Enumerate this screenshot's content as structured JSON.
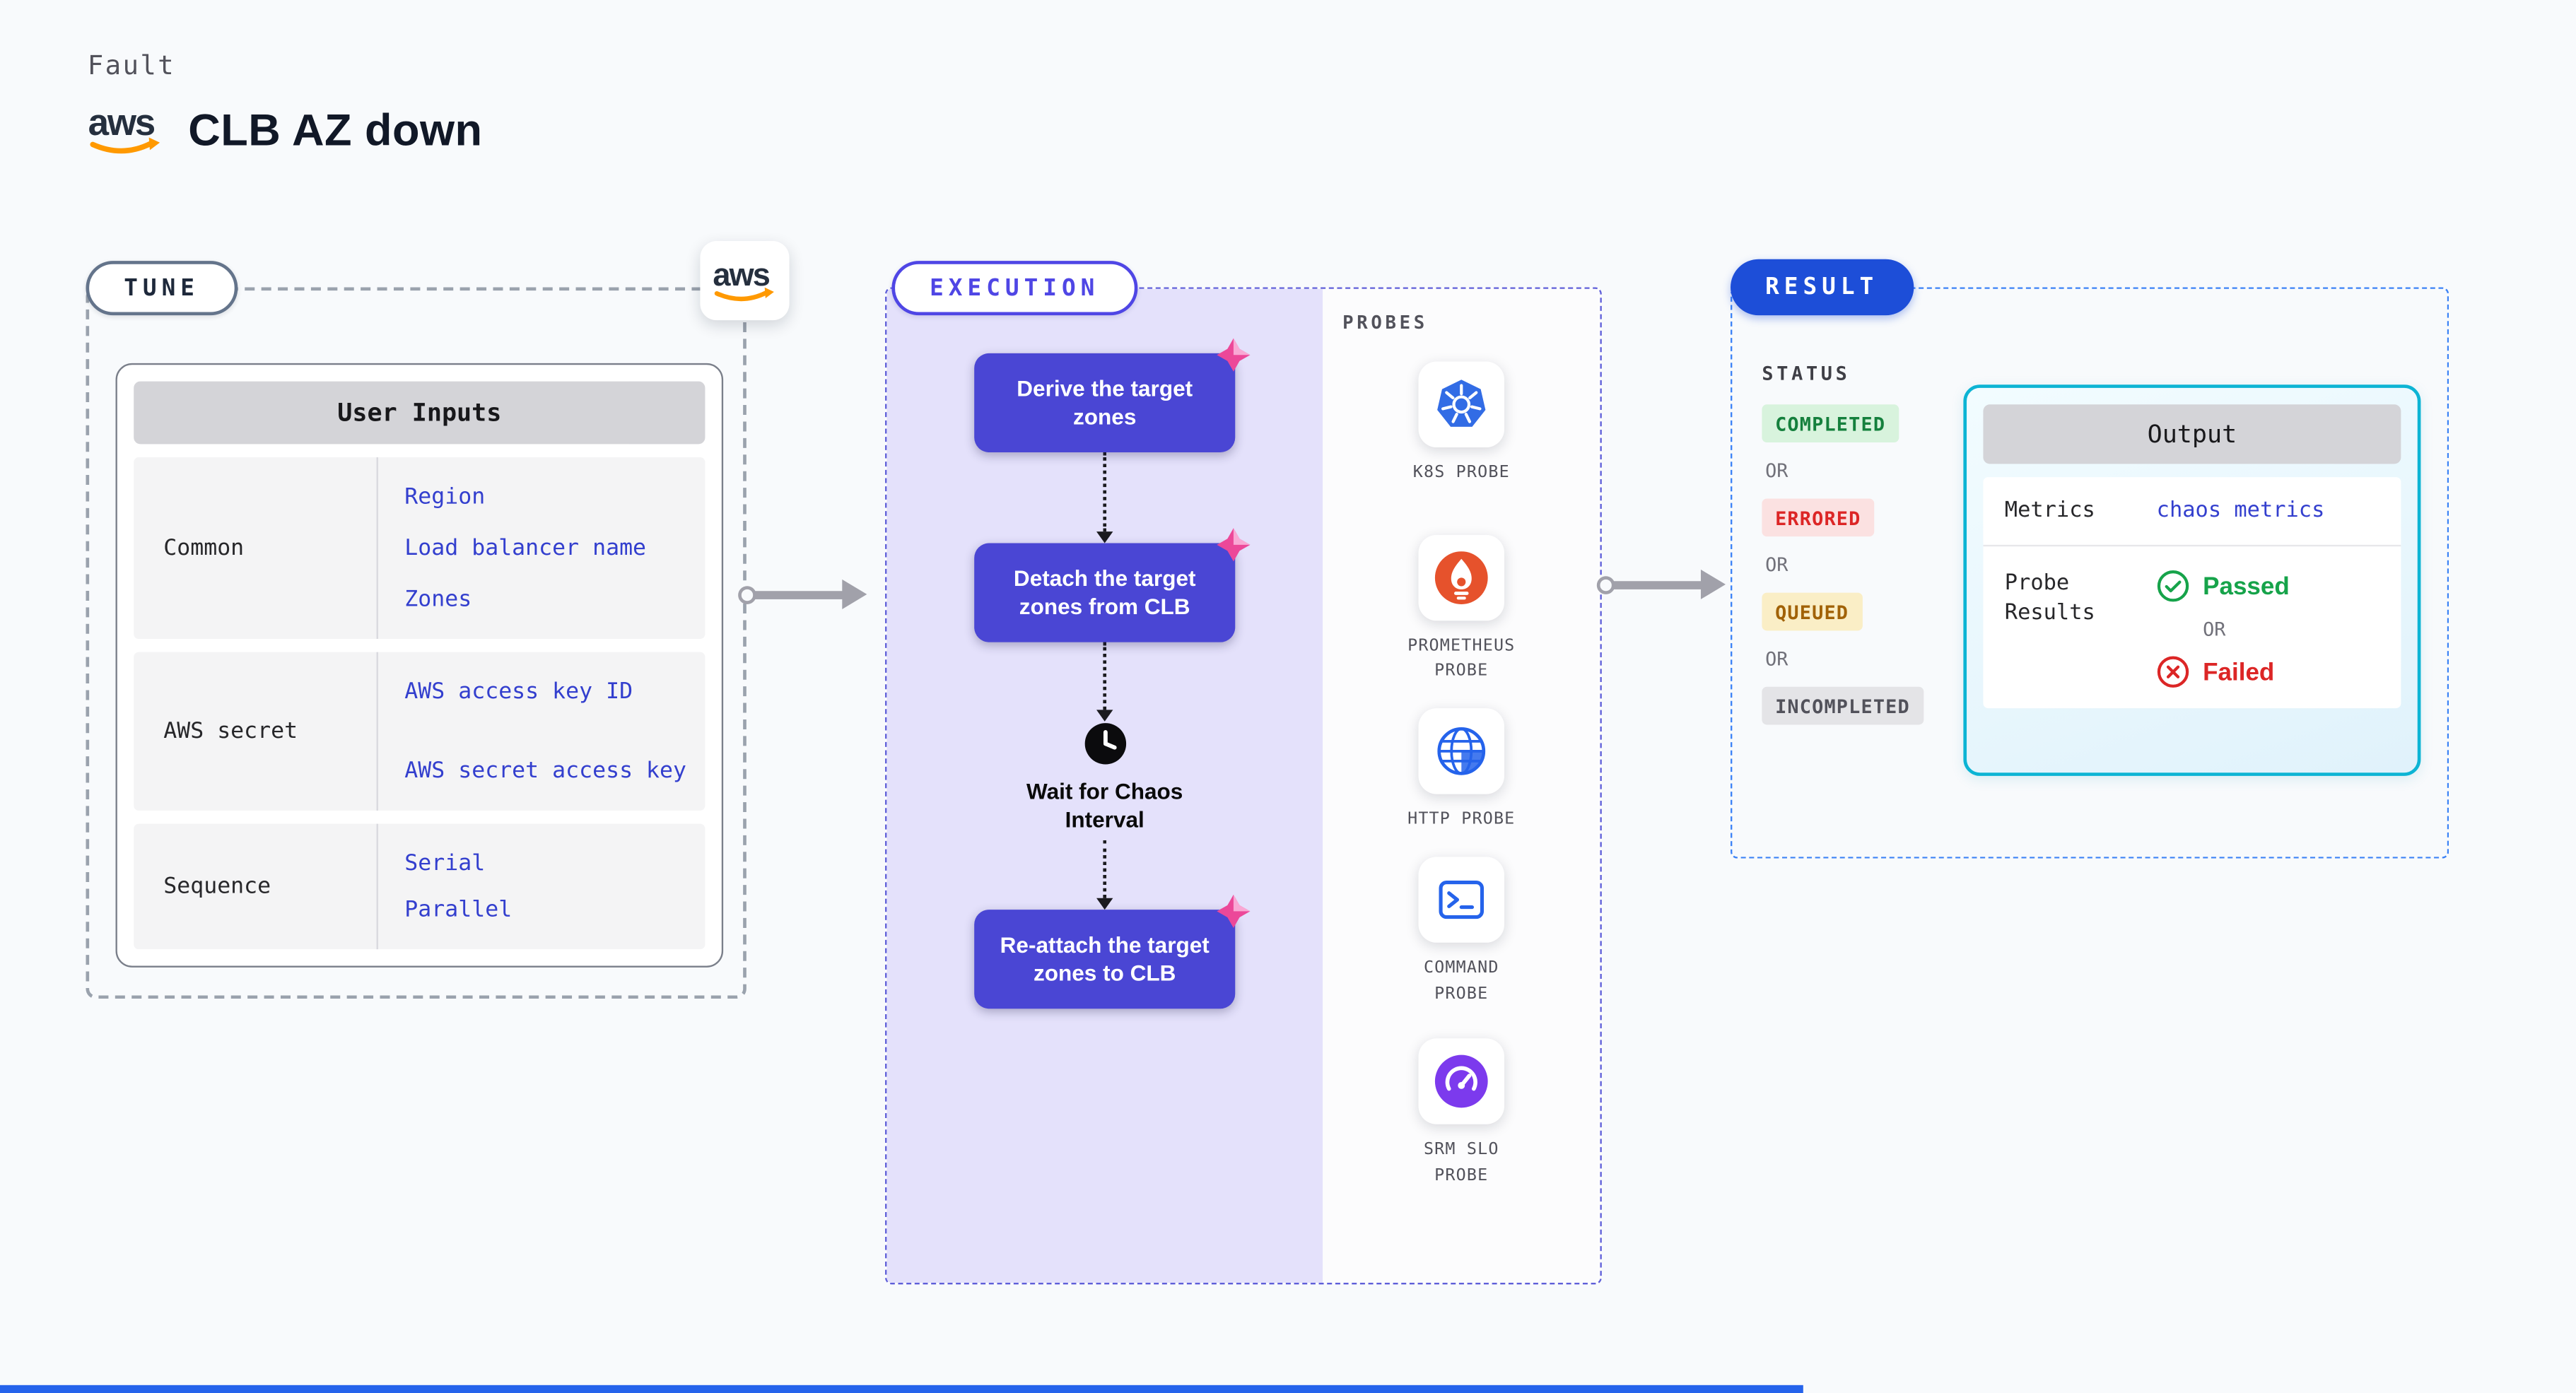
{
  "page": {
    "kicker": "Fault",
    "title": "CLB AZ down",
    "brand": "aws"
  },
  "tune": {
    "label": "TUNE",
    "user_inputs": {
      "header": "User Inputs",
      "rows": [
        {
          "label": "Common",
          "values": [
            "Region",
            "Load balancer name",
            "Zones"
          ]
        },
        {
          "label": "AWS secret",
          "values": [
            "AWS access key ID",
            "AWS secret access key"
          ]
        },
        {
          "label": "Sequence",
          "values": [
            "Serial",
            "Parallel"
          ]
        }
      ]
    }
  },
  "execution": {
    "label": "EXECUTION",
    "steps": {
      "derive": "Derive the target zones",
      "detach": "Detach the target zones from CLB",
      "wait": "Wait for Chaos Interval",
      "reattach": "Re-attach the target zones to CLB"
    },
    "probes": {
      "label": "PROBES",
      "items": [
        {
          "name": "K8S PROBE",
          "icon": "kubernetes-icon"
        },
        {
          "name": "PROMETHEUS PROBE",
          "icon": "prometheus-icon"
        },
        {
          "name": "HTTP PROBE",
          "icon": "http-globe-icon"
        },
        {
          "name": "COMMAND PROBE",
          "icon": "command-terminal-icon"
        },
        {
          "name": "SRM SLO PROBE",
          "icon": "srm-slo-icon"
        }
      ]
    }
  },
  "result": {
    "label": "RESULT",
    "status": {
      "label": "STATUS",
      "separator": "OR",
      "badges": [
        "COMPLETED",
        "ERRORED",
        "QUEUED",
        "INCOMPLETED"
      ]
    },
    "output": {
      "header": "Output",
      "metrics_label": "Metrics",
      "metrics_value": "chaos metrics",
      "probe_results_label": "Probe Results",
      "separator": "OR",
      "passed": "Passed",
      "failed": "Failed"
    }
  },
  "colors": {
    "accent_indigo": "#4a46d4",
    "execution_bg": "#e4e1fb",
    "chaos_pink": "#ec4899",
    "result_blue": "#1d4ed8",
    "output_border_cyan": "#0cb4d4",
    "passed_green": "#16a34a",
    "failed_red": "#dc2626",
    "link_blue": "#333fce",
    "aws_orange": "#ff9900",
    "arrow_gray": "#a1a1aa",
    "completed_bg": "#d8f3dd",
    "completed_text": "#15803d",
    "errored_bg": "#fbe1e1",
    "errored_text": "#dc2626",
    "queued_bg": "#faeec6",
    "queued_text": "#a16207",
    "incompleted_bg": "#e4e4e7",
    "incompleted_text": "#52525b"
  }
}
